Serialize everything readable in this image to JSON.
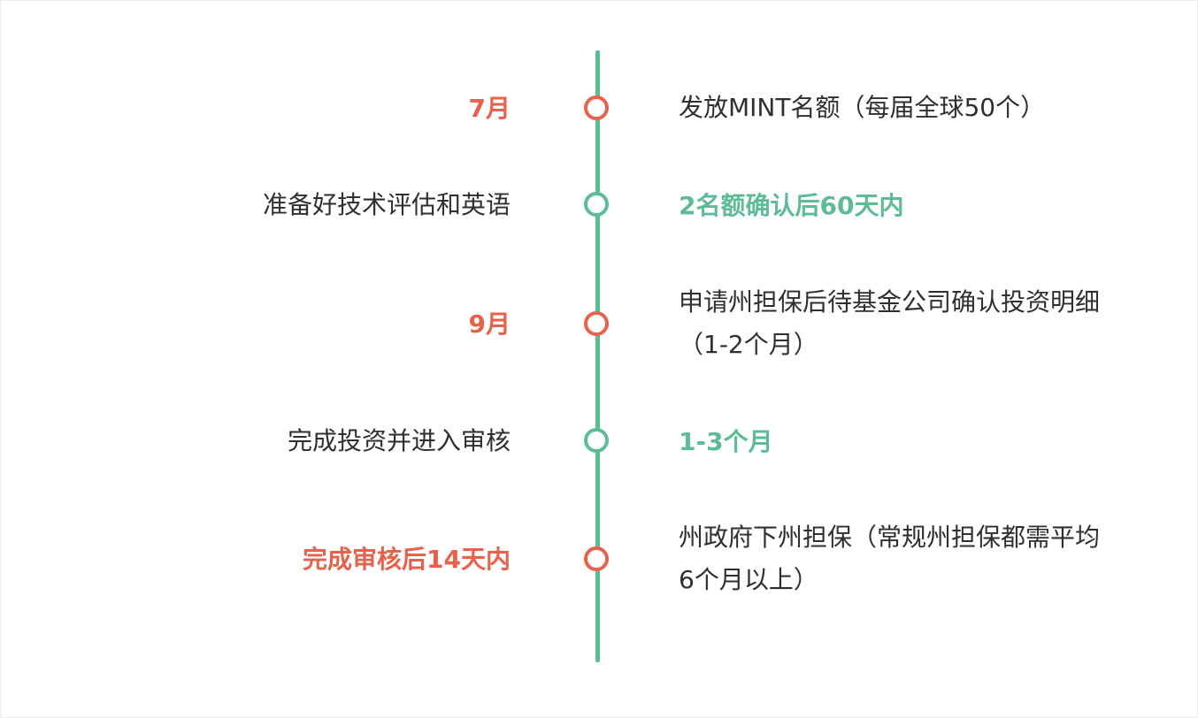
{
  "colors": {
    "red": "#e8614a",
    "green": "#5ebc94",
    "text": "#2f2f2f"
  },
  "events": [
    {
      "left": "7月",
      "left_style": "red",
      "node": "red",
      "right": [
        "发放MINT名额（每届全球50个）"
      ],
      "right_style": "plain"
    },
    {
      "left": "准备好技术评估和英语",
      "left_style": "plain",
      "node": "green",
      "right": [
        "2名额确认后60天内"
      ],
      "right_style": "green"
    },
    {
      "left": "9月",
      "left_style": "red",
      "node": "red",
      "right": [
        "申请州担保后待基金公司确认投资明细",
        "（1-2个月）"
      ],
      "right_style": "plain"
    },
    {
      "left": "完成投资并进入审核",
      "left_style": "plain",
      "node": "green",
      "right": [
        "1-3个月"
      ],
      "right_style": "green"
    },
    {
      "left": "完成审核后14天内",
      "left_style": "red",
      "node": "red",
      "right": [
        "州政府下州担保（常规州担保都需平均",
        "6个月以上）"
      ],
      "right_style": "plain"
    }
  ]
}
